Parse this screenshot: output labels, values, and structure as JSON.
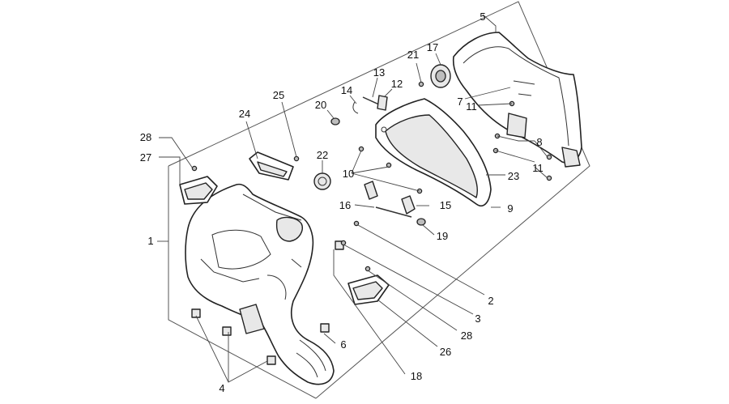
{
  "callouts": [
    {
      "id": "c1",
      "label": "1"
    },
    {
      "id": "c2",
      "label": "2"
    },
    {
      "id": "c3",
      "label": "3"
    },
    {
      "id": "c4",
      "label": "4"
    },
    {
      "id": "c5",
      "label": "5"
    },
    {
      "id": "c6",
      "label": "6"
    },
    {
      "id": "c7",
      "label": "7"
    },
    {
      "id": "c8",
      "label": "8"
    },
    {
      "id": "c9",
      "label": "9"
    },
    {
      "id": "c10",
      "label": "10"
    },
    {
      "id": "c11a",
      "label": "11"
    },
    {
      "id": "c11b",
      "label": "11"
    },
    {
      "id": "c12",
      "label": "12"
    },
    {
      "id": "c13",
      "label": "13"
    },
    {
      "id": "c14",
      "label": "14"
    },
    {
      "id": "c15",
      "label": "15"
    },
    {
      "id": "c16",
      "label": "16"
    },
    {
      "id": "c17",
      "label": "17"
    },
    {
      "id": "c18",
      "label": "18"
    },
    {
      "id": "c19",
      "label": "19"
    },
    {
      "id": "c20",
      "label": "20"
    },
    {
      "id": "c21",
      "label": "21"
    },
    {
      "id": "c22",
      "label": "22"
    },
    {
      "id": "c23",
      "label": "23"
    },
    {
      "id": "c24",
      "label": "24"
    },
    {
      "id": "c25",
      "label": "25"
    },
    {
      "id": "c26",
      "label": "26"
    },
    {
      "id": "c27",
      "label": "27"
    },
    {
      "id": "c28a",
      "label": "28"
    },
    {
      "id": "c28b",
      "label": "28"
    }
  ]
}
